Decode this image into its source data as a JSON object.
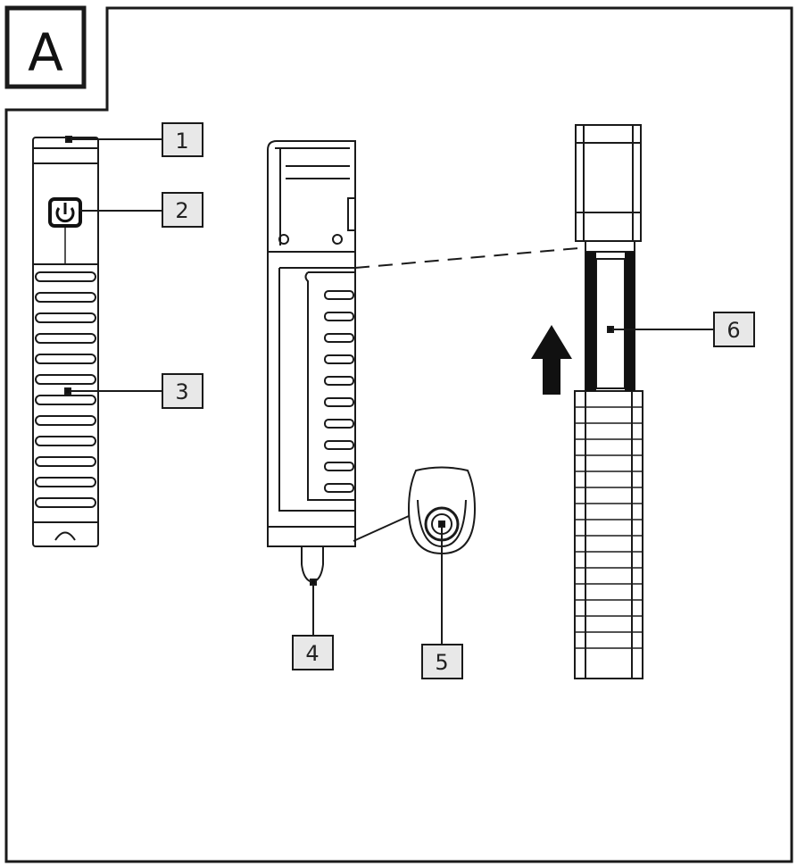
{
  "panel": {
    "letter": "A"
  },
  "callouts": [
    {
      "id": "1",
      "label": "1"
    },
    {
      "id": "2",
      "label": "2"
    },
    {
      "id": "3",
      "label": "3"
    },
    {
      "id": "4",
      "label": "4"
    },
    {
      "id": "5",
      "label": "5"
    },
    {
      "id": "6",
      "label": "6"
    }
  ],
  "colors": {
    "line": "#1a1a1a",
    "callout_fill": "#e8e8e8",
    "arrow": "#111111"
  }
}
